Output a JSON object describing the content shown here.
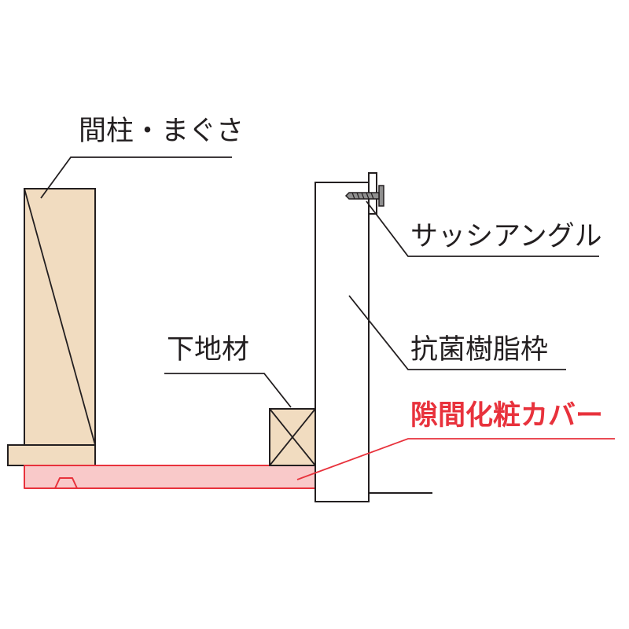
{
  "labels": {
    "mabashira": "間柱・まぐさ",
    "sash_angle": "サッシアングル",
    "shitajizai": "下地材",
    "frame": "抗菌樹脂枠",
    "cover": "隙間化粧カバー"
  },
  "colors": {
    "wood": "#f1dcc0",
    "line": "#231f20",
    "cover_fill": "#f9c9c9",
    "cover_stroke": "#e8323c",
    "cover_text": "#e8323c",
    "frame_fill": "#ffffff",
    "screw": "#8f8f8f"
  }
}
